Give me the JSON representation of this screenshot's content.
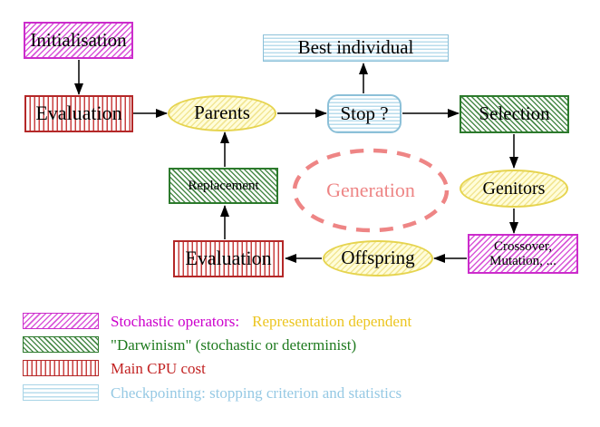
{
  "diagram": {
    "nodes": {
      "initialisation": {
        "label": "Initialisation"
      },
      "evaluation_top": {
        "label": "Evaluation"
      },
      "parents": {
        "label": "Parents"
      },
      "stop": {
        "label": "Stop ?"
      },
      "best_individual": {
        "label": "Best individual"
      },
      "selection": {
        "label": "Selection"
      },
      "genitors": {
        "label": "Genitors"
      },
      "crossover_mutation": {
        "label_line1": "Crossover,",
        "label_line2": "Mutation, ..."
      },
      "offspring": {
        "label": "Offspring"
      },
      "evaluation_bottom": {
        "label": "Evaluation"
      },
      "replacement": {
        "label": "Replacement"
      },
      "generation": {
        "label": "Generation"
      }
    },
    "edges": [
      {
        "from": "initialisation",
        "to": "evaluation_top"
      },
      {
        "from": "evaluation_top",
        "to": "parents"
      },
      {
        "from": "parents",
        "to": "stop"
      },
      {
        "from": "stop",
        "to": "best_individual"
      },
      {
        "from": "stop",
        "to": "selection"
      },
      {
        "from": "selection",
        "to": "genitors"
      },
      {
        "from": "genitors",
        "to": "crossover_mutation"
      },
      {
        "from": "crossover_mutation",
        "to": "offspring"
      },
      {
        "from": "offspring",
        "to": "evaluation_bottom"
      },
      {
        "from": "evaluation_bottom",
        "to": "replacement"
      },
      {
        "from": "replacement",
        "to": "parents"
      }
    ],
    "colors": {
      "stochastic_magenta": "#cc2ccc",
      "darwinism_green": "#2c7a2c",
      "cpu_red": "#b42828",
      "checkpoint_cyan": "#96c9e4",
      "population_yellow_border": "#e6d44e",
      "population_yellow_fill": "#fffdda",
      "generation_coral": "#ee8585",
      "arrow_black": "#000000"
    }
  },
  "legend": {
    "items": [
      {
        "swatch": "magenta-diagonal-hatch",
        "text_primary": "Stochastic operators:",
        "text_secondary": "Representation dependent"
      },
      {
        "swatch": "green-diagonal-hatch",
        "text_primary": "\"Darwinism\" (stochastic or determinist)"
      },
      {
        "swatch": "red-vertical-stripes",
        "text_primary": "Main CPU cost"
      },
      {
        "swatch": "cyan-horizontal-stripes",
        "text_primary": "Checkpointing: stopping criterion and statistics"
      }
    ]
  }
}
